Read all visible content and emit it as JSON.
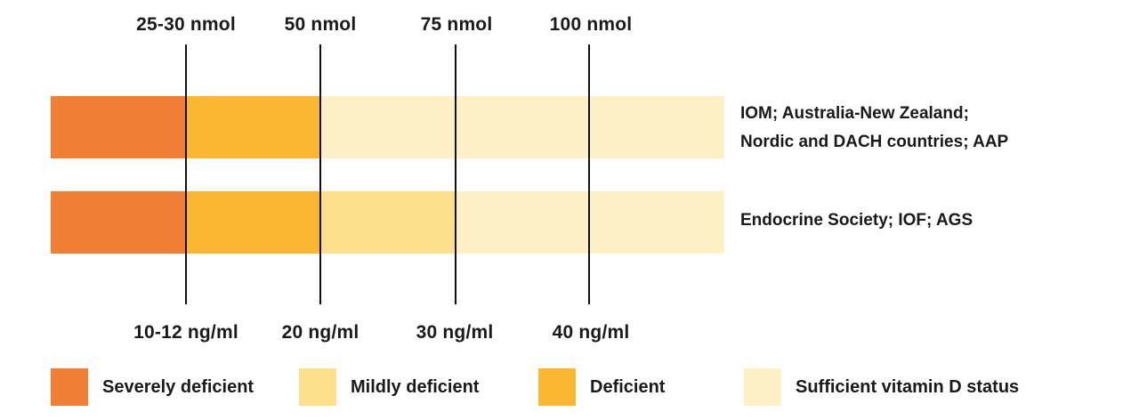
{
  "colors": {
    "severely_deficient": "#f07f34",
    "deficient": "#fbb731",
    "mildly_deficient": "#fde08b",
    "sufficient": "#fef0c5"
  },
  "scale": {
    "ticks": [
      {
        "top": "25-30 nmol",
        "bottom": "10-12 ng/ml"
      },
      {
        "top": "50 nmol",
        "bottom": "20 ng/ml"
      },
      {
        "top": "75 nmol",
        "bottom": "30 ng/ml"
      },
      {
        "top": "100 nmol",
        "bottom": "40 ng/ml"
      }
    ]
  },
  "rows": [
    {
      "label_lines": [
        "IOM; Australia-New Zealand;",
        "Nordic and DACH countries; AAP"
      ],
      "segments": [
        {
          "status": "severely_deficient",
          "span_ticks": 1
        },
        {
          "status": "deficient",
          "span_ticks": 1
        },
        {
          "status": "sufficient",
          "span_ticks": 3
        }
      ]
    },
    {
      "label_lines": [
        "Endocrine Society; IOF; AGS"
      ],
      "segments": [
        {
          "status": "severely_deficient",
          "span_ticks": 1
        },
        {
          "status": "deficient",
          "span_ticks": 1
        },
        {
          "status": "mildly_deficient",
          "span_ticks": 1
        },
        {
          "status": "sufficient",
          "span_ticks": 2
        }
      ]
    }
  ],
  "legend": [
    {
      "status": "severely_deficient",
      "label": "Severely deficient"
    },
    {
      "status": "mildly_deficient",
      "label": "Mildly deficient"
    },
    {
      "status": "deficient",
      "label": "Deficient"
    },
    {
      "status": "sufficient",
      "label": "Sufficient vitamin D status"
    }
  ]
}
